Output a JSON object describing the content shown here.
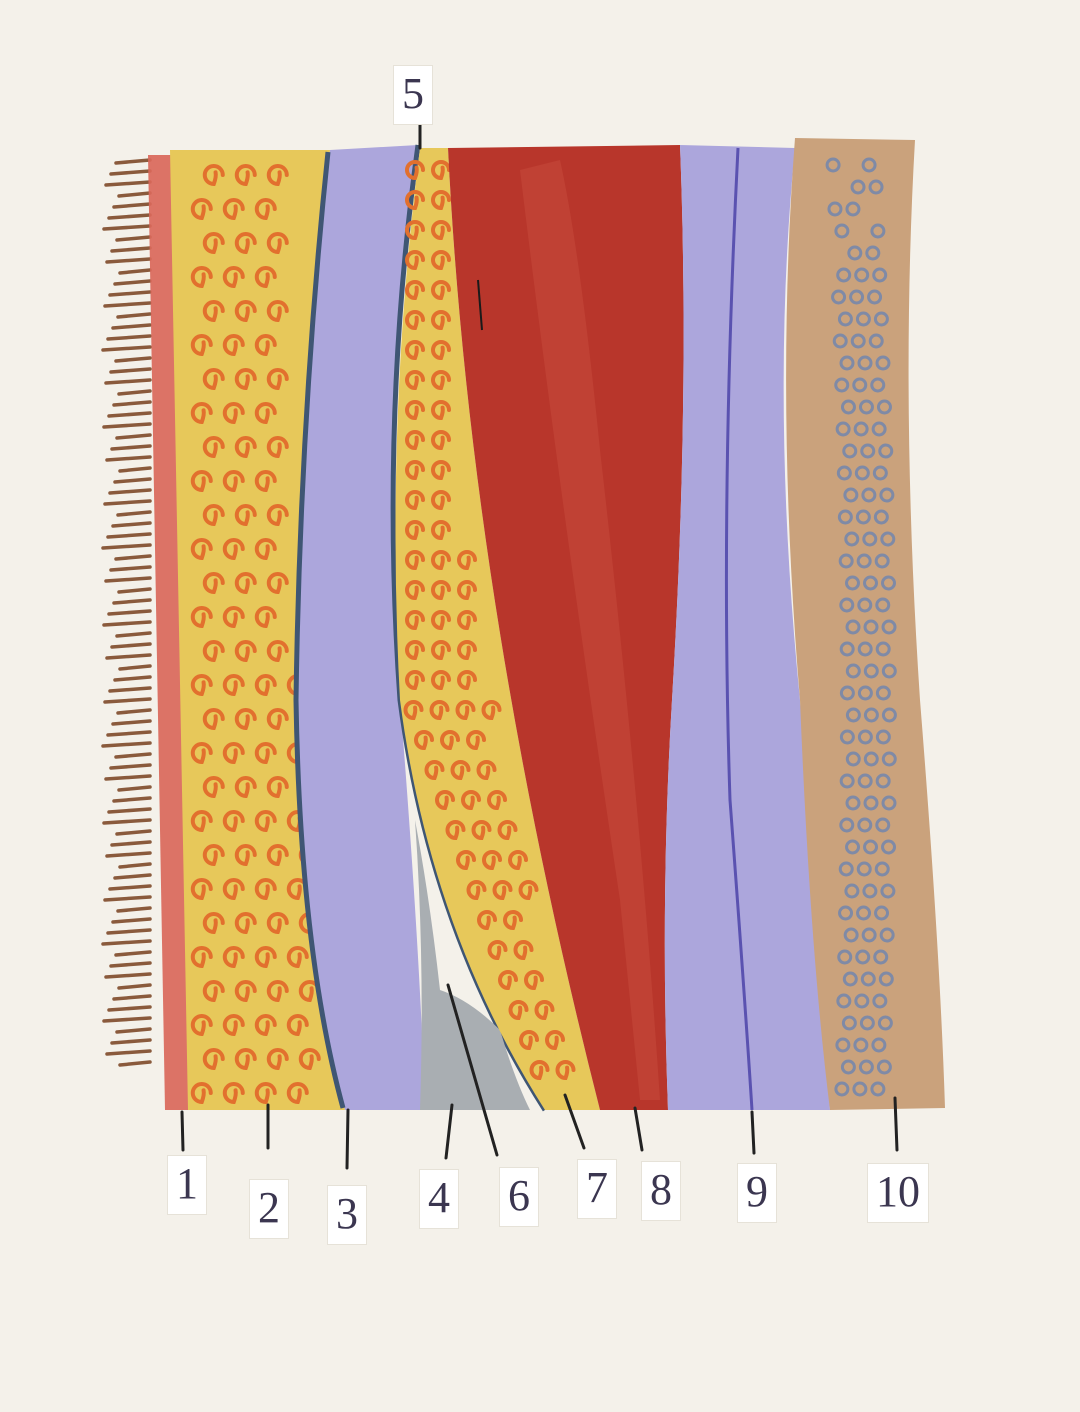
{
  "diagram": {
    "colors": {
      "paper": "#f4f1ea",
      "fringe": "#8a5a3c",
      "salmon": "#d9685a",
      "yellow": "#e7c85a",
      "swirl": "#e2702e",
      "lavender": "#aca6dc",
      "dark_edge": "#3f5674",
      "red": "#b8362b",
      "grey_blob": "#a9aeb2",
      "tan": "#caa27c",
      "tan_dots": "#7f8aa6",
      "leader": "#222222"
    },
    "labels": [
      {
        "id": "1",
        "text": "1"
      },
      {
        "id": "2",
        "text": "2"
      },
      {
        "id": "3",
        "text": "3"
      },
      {
        "id": "4",
        "text": "4"
      },
      {
        "id": "5",
        "text": "5"
      },
      {
        "id": "6",
        "text": "6"
      },
      {
        "id": "7",
        "text": "7"
      },
      {
        "id": "8",
        "text": "8"
      },
      {
        "id": "9",
        "text": "9"
      },
      {
        "id": "10",
        "text": "10"
      }
    ]
  }
}
